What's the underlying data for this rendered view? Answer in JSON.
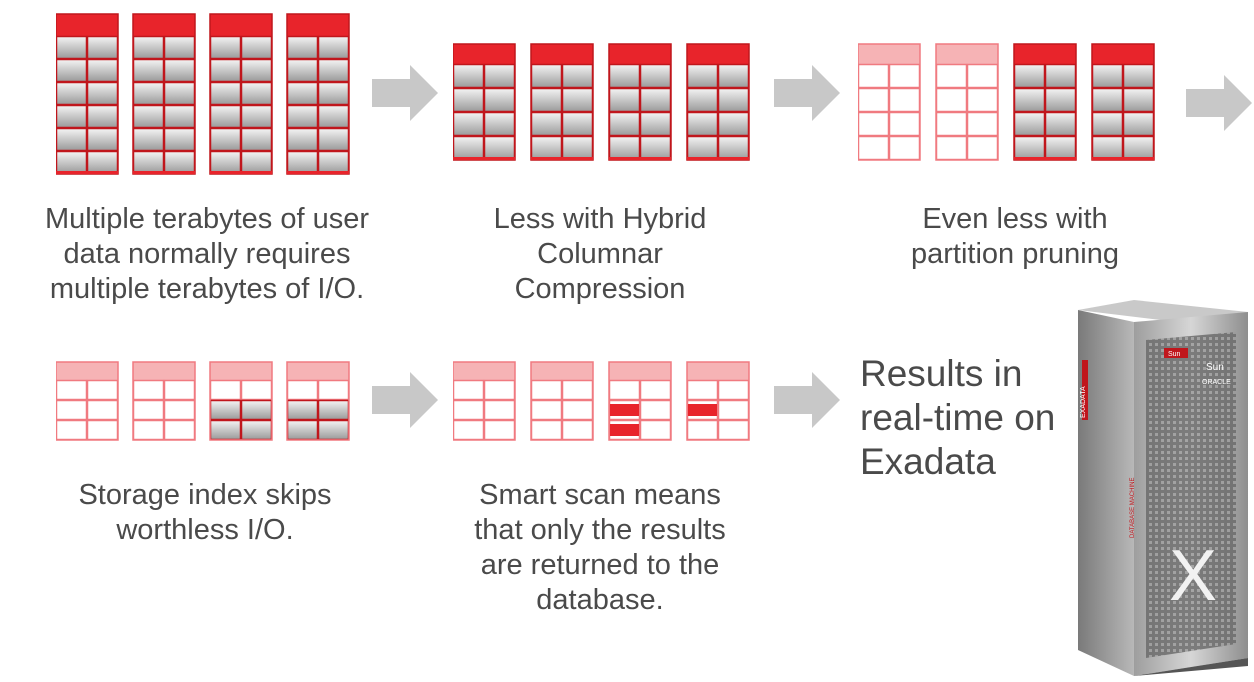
{
  "captions": {
    "step1": "Multiple terabytes of user data normally requires multiple terabytes of I/O.",
    "step2": "Less with Hybrid Columnar Compression",
    "step3": "Even less with partition pruning",
    "step4": "Storage index skips worthless I/O.",
    "step5": "Smart scan means that only the results are returned to the database.",
    "result": "Results in real-time on Exadata"
  },
  "caption_lines": {
    "step1": [
      "Multiple terabytes of user",
      "data normally requires",
      "multiple terabytes of I/O."
    ],
    "step2": [
      "Less with Hybrid",
      "Columnar",
      "Compression"
    ],
    "step3": [
      "Even less with",
      "partition pruning"
    ],
    "step4": [
      "Storage index skips",
      "worthless I/O."
    ],
    "step5": [
      "Smart scan means",
      "that only the results",
      "are returned to the",
      "database."
    ],
    "result": [
      "Results in",
      "real-time on",
      "Exadata"
    ]
  },
  "rack_labels": {
    "brand_side": "EXADATA",
    "logo": "Sun",
    "vendor": "ORACLE",
    "front_letter": "X",
    "vertical": "DATABASE MACHINE"
  },
  "colors": {
    "red": "#e8242b",
    "red_dark": "#c0161c",
    "pink": "#f6b3b5",
    "pink_border": "#f07a80",
    "gray_cell_top": "#f4f4f4",
    "gray_cell_bottom": "#9a9a9a",
    "arrow": "#c8c8c8",
    "text": "#4a4a4a"
  }
}
